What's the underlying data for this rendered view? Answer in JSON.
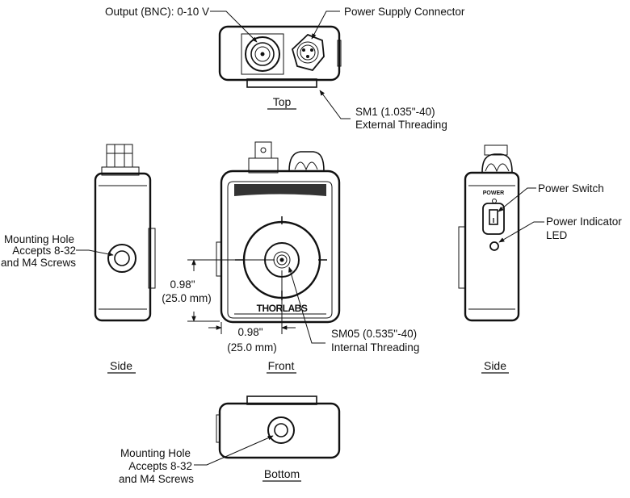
{
  "labels": {
    "output": "Output (BNC): 0-10 V",
    "power_connector": "Power Supply Connector",
    "sm1_line1": "SM1 (1.035\"-40)",
    "sm1_line2": "External Threading",
    "mount_left_1": "Mounting Hole",
    "mount_left_2": "Accepts 8-32",
    "mount_left_3": "and M4 Screws",
    "dim_v_1": "0.98\"",
    "dim_v_2": "(25.0 mm)",
    "dim_h_1": "0.98\"",
    "dim_h_2": "(25.0 mm)",
    "sm05_line1": "SM05 (0.535\"-40)",
    "sm05_line2": "Internal Threading",
    "power_switch": "Power Switch",
    "power_led_1": "Power Indicator",
    "power_led_2": "LED",
    "power_panel": "POWER",
    "brand": "THORLABS",
    "mount_bottom_1": "Mounting Hole",
    "mount_bottom_2": "Accepts 8-32",
    "mount_bottom_3": "and M4 Screws"
  },
  "views": {
    "top": "Top",
    "side_left": "Side",
    "front": "Front",
    "side_right": "Side",
    "bottom": "Bottom"
  },
  "colors": {
    "ink": "#111111",
    "bezel": "#333333"
  }
}
